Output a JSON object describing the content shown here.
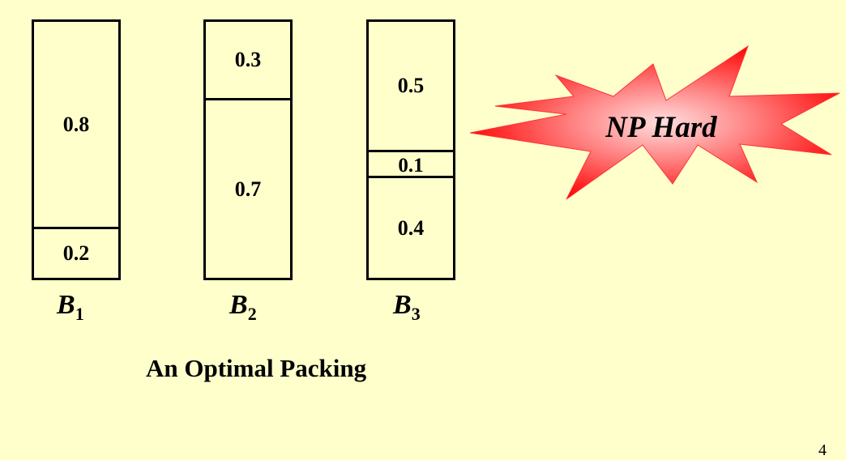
{
  "bins": [
    {
      "label": "B",
      "subscript": "1",
      "items": [
        {
          "value": "0.8"
        },
        {
          "value": "0.2"
        }
      ]
    },
    {
      "label": "B",
      "subscript": "2",
      "items": [
        {
          "value": "0.3"
        },
        {
          "value": "0.7"
        }
      ]
    },
    {
      "label": "B",
      "subscript": "3",
      "items": [
        {
          "value": "0.5"
        },
        {
          "value": "0.1"
        },
        {
          "value": "0.4"
        }
      ]
    }
  ],
  "caption": "An Optimal Packing",
  "burst": {
    "text": "NP Hard",
    "fill_center": "#FFE0E0",
    "fill_edge": "#FF0000",
    "stroke": "#FF3333"
  },
  "page_number": "4",
  "colors": {
    "background": "#FFFFCC",
    "foreground": "#000000"
  }
}
